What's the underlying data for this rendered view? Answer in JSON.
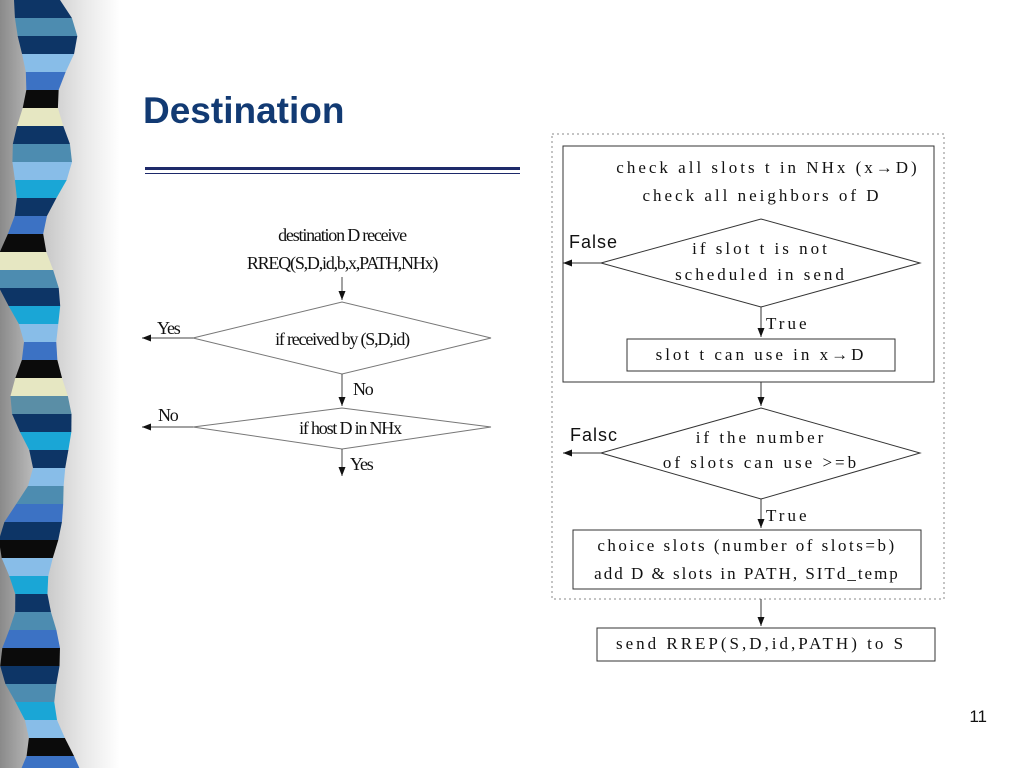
{
  "slide": {
    "title": "Destination",
    "page_number": "11"
  },
  "left_flow": {
    "start": [
      "destination D receive",
      "RREQ(S,D,id,b,x,PATH,NHx)"
    ],
    "decision1": "if received by (S,D,id)",
    "decision1_yes": "Yes",
    "decision1_no": "No",
    "decision2": "if host D in NHx",
    "decision2_no": "No",
    "decision2_yes": "Yes"
  },
  "right_flow": {
    "check_lines": [
      "check all slots t in NHx (x→D)",
      "check all neighbors of D"
    ],
    "decision_slot": [
      "if slot t is not",
      "scheduled in send"
    ],
    "decision_slot_false": "False",
    "decision_slot_true": "True",
    "slot_use": "slot t can use in x→D",
    "decision_count": [
      "if the number",
      "of slots can use >=b"
    ],
    "decision_count_false": "Falsc",
    "decision_count_true": "True",
    "choice_lines": [
      "choice slots (number of slots=b)",
      "add D & slots in PATH, SITd_temp"
    ],
    "send": "send RREP(S,D,id,PATH) to S"
  },
  "colors": {
    "title": "#123a73",
    "rule": "#1e2a6a",
    "strip_palette": [
      "#0d3566",
      "#4d8cb0",
      "#88bde8",
      "#e6e7c2",
      "#0b0b0b",
      "#3c72c4",
      "#1aa6d6",
      "#5a8ea6"
    ]
  }
}
